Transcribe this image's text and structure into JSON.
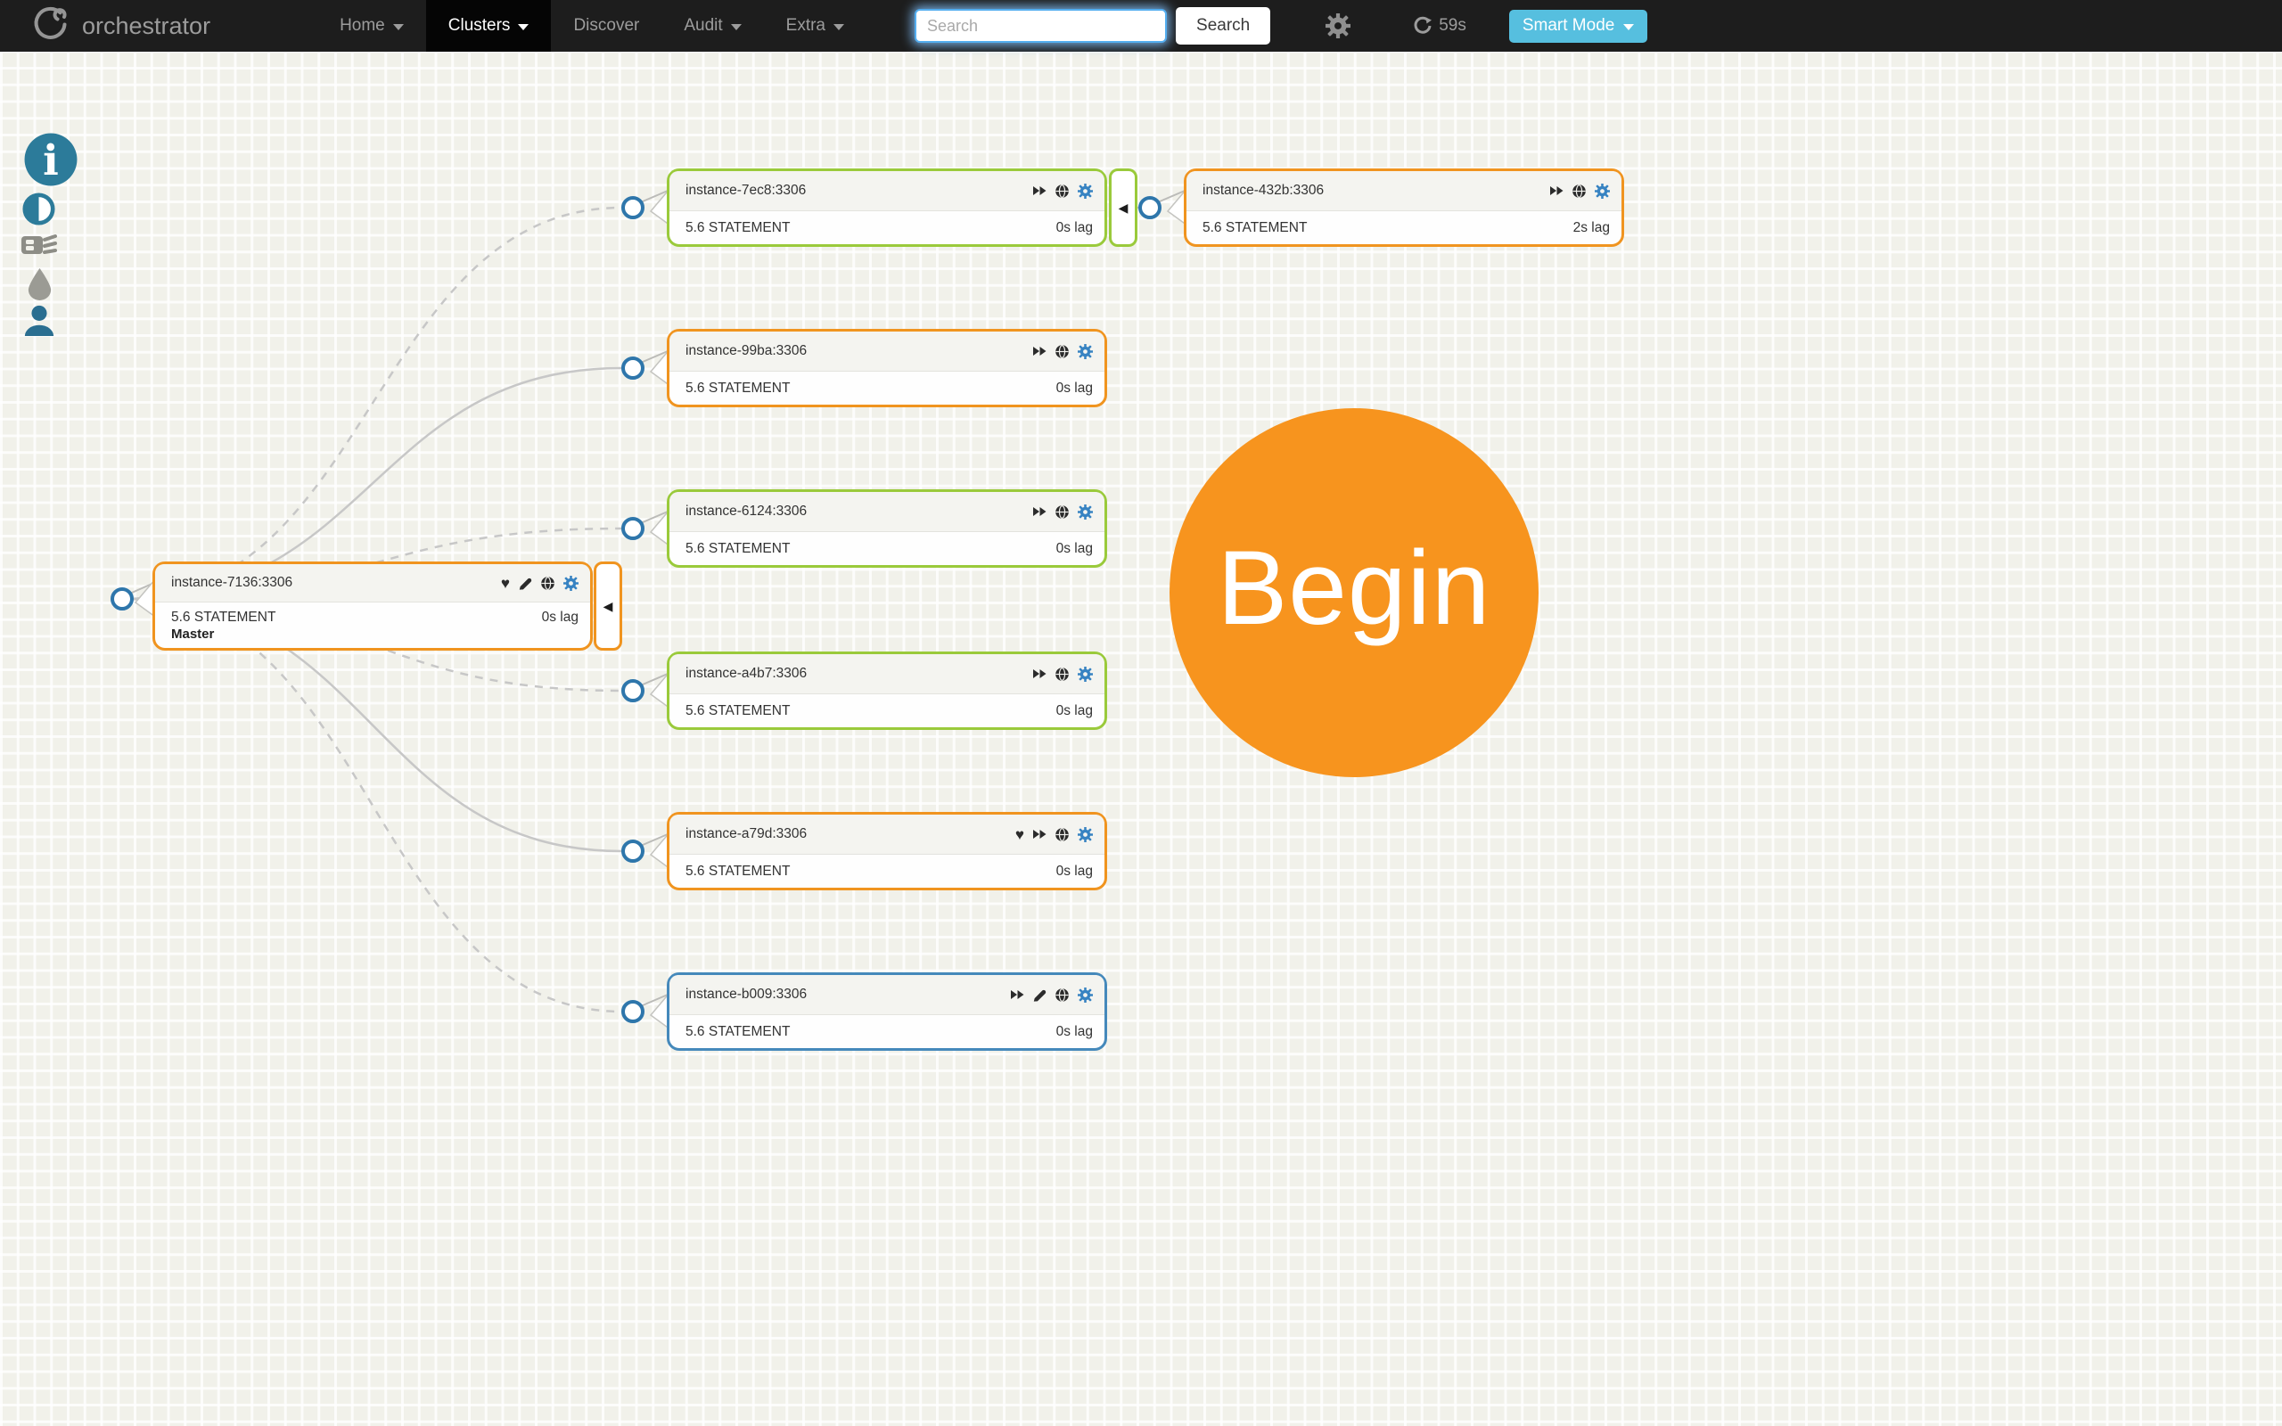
{
  "navbar": {
    "brand": "orchestrator",
    "items": [
      {
        "label": "Home",
        "caret": true,
        "active": false
      },
      {
        "label": "Clusters",
        "caret": true,
        "active": true
      },
      {
        "label": "Discover",
        "caret": false,
        "active": false
      },
      {
        "label": "Audit",
        "caret": true,
        "active": false
      },
      {
        "label": "Extra",
        "caret": true,
        "active": false
      }
    ],
    "search": {
      "placeholder": "Search",
      "value": "",
      "button_label": "Search"
    },
    "refresh_countdown": "59s",
    "smart_mode_label": "Smart Mode"
  },
  "sidebar": {
    "icons": [
      "info-icon",
      "contrast-icon",
      "compact-display-icon",
      "tint-icon",
      "user-icon"
    ]
  },
  "cluster": {
    "nodes": [
      {
        "title": "instance-7136:3306",
        "version": "5.6",
        "binlog_format": "STATEMENT",
        "lag": "0s lag",
        "role": "Master",
        "border_color": "#f0941f",
        "icons": [
          "heart-icon",
          "edit-icon",
          "globe-icon",
          "settings-icon"
        ],
        "collapse_toggle": true
      },
      {
        "title": "instance-7ec8:3306",
        "version": "5.6",
        "binlog_format": "STATEMENT",
        "lag": "0s lag",
        "role": "",
        "border_color": "#9aca3b",
        "icons": [
          "fast-forward-icon",
          "globe-icon",
          "settings-icon"
        ],
        "collapse_toggle": true
      },
      {
        "title": "instance-99ba:3306",
        "version": "5.6",
        "binlog_format": "STATEMENT",
        "lag": "0s lag",
        "role": "",
        "border_color": "#f0941f",
        "icons": [
          "fast-forward-icon",
          "globe-icon",
          "settings-icon"
        ],
        "collapse_toggle": false
      },
      {
        "title": "instance-6124:3306",
        "version": "5.6",
        "binlog_format": "STATEMENT",
        "lag": "0s lag",
        "role": "",
        "border_color": "#9aca3b",
        "icons": [
          "fast-forward-icon",
          "globe-icon",
          "settings-icon"
        ],
        "collapse_toggle": false
      },
      {
        "title": "instance-a4b7:3306",
        "version": "5.6",
        "binlog_format": "STATEMENT",
        "lag": "0s lag",
        "role": "",
        "border_color": "#9aca3b",
        "icons": [
          "fast-forward-icon",
          "globe-icon",
          "settings-icon"
        ],
        "collapse_toggle": false
      },
      {
        "title": "instance-a79d:3306",
        "version": "5.6",
        "binlog_format": "STATEMENT",
        "lag": "0s lag",
        "role": "",
        "border_color": "#f0941f",
        "icons": [
          "heart-icon",
          "fast-forward-icon",
          "globe-icon",
          "settings-icon"
        ],
        "collapse_toggle": false
      },
      {
        "title": "instance-b009:3306",
        "version": "5.6",
        "binlog_format": "STATEMENT",
        "lag": "0s lag",
        "role": "",
        "border_color": "#4589bb",
        "icons": [
          "fast-forward-icon",
          "edit-icon",
          "globe-icon",
          "settings-icon"
        ],
        "collapse_toggle": false
      },
      {
        "title": "instance-432b:3306",
        "version": "5.6",
        "binlog_format": "STATEMENT",
        "lag": "2s lag",
        "role": "",
        "border_color": "#f0941f",
        "icons": [
          "fast-forward-icon",
          "globe-icon",
          "settings-icon"
        ],
        "collapse_toggle": false
      }
    ],
    "collapse_glyph": "◀"
  },
  "overlay": {
    "begin_label": "Begin"
  },
  "colors": {
    "navbar_bg": "#1d1d1d",
    "navbar_active_bg": "#050505",
    "accent_orange": "#f0941f",
    "accent_green": "#9aca3b",
    "accent_blue": "#4589bb",
    "gear_blue": "#3783c2",
    "connector_ring": "#2e76ab",
    "edge_gray": "#c7c7c7",
    "smart_mode_bg": "#56bfdf",
    "begin_bg": "#f7941e"
  }
}
